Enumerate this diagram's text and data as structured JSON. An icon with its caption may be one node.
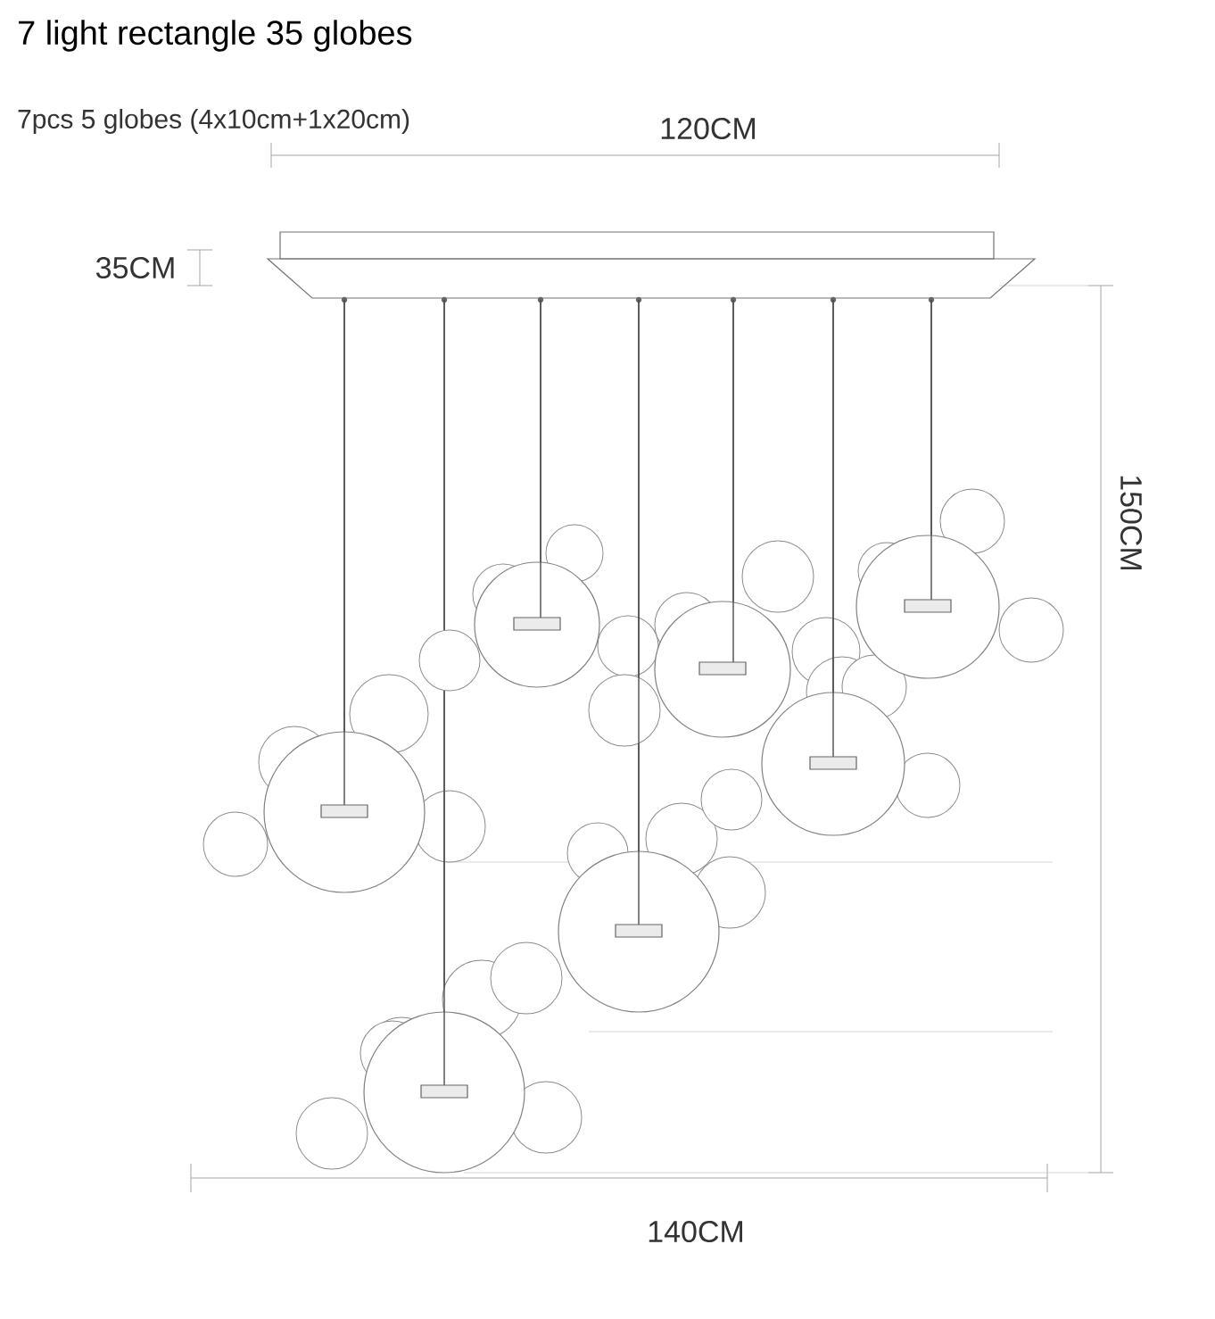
{
  "diagram": {
    "title": "7 light rectangle 35 globes",
    "labels": [
      "7pcs 5 globes (4x10cm+1x20cm)",
      "120CM",
      "35CM",
      "150CM",
      "140CM"
    ]
  }
}
